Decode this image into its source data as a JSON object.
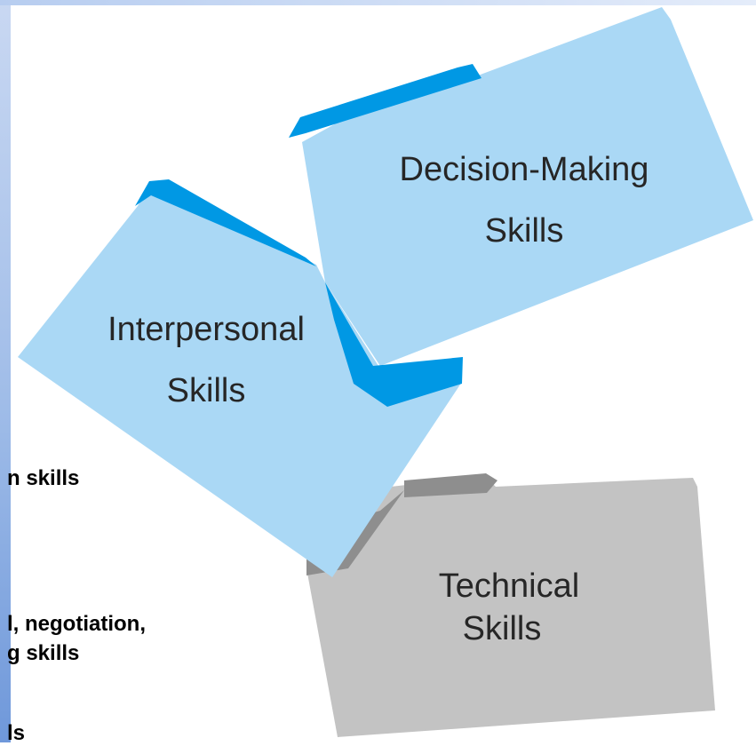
{
  "background_text": {
    "line1": "n skills",
    "line2": "l, negotiation,",
    "line3": "g skills",
    "line4": "ls"
  },
  "folders": [
    {
      "id": "technical",
      "line1": "Technical",
      "line2": "Skills"
    },
    {
      "id": "decision",
      "line1": "Decision-Making",
      "line2": "Skills"
    },
    {
      "id": "interpersonal",
      "line1": "Interpersonal",
      "line2": "Skills"
    }
  ],
  "colors": {
    "light_blue": "#aad8f5",
    "dark_blue": "#0098e4",
    "light_gray": "#c3c3c3",
    "dark_gray": "#8e8e8e",
    "text": "#262626"
  }
}
